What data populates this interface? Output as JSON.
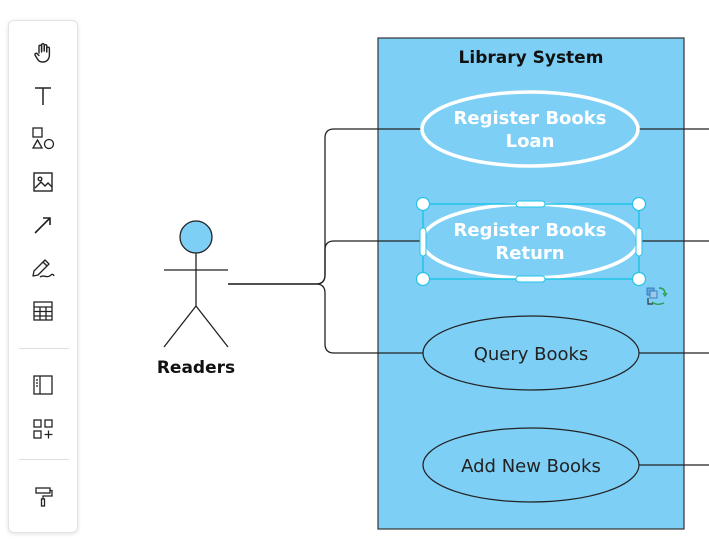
{
  "toolbar": {
    "tools": [
      {
        "name": "hand-icon"
      },
      {
        "name": "text-icon"
      },
      {
        "name": "shapes-icon"
      },
      {
        "name": "image-icon"
      },
      {
        "name": "arrow-icon"
      },
      {
        "name": "pen-icon"
      },
      {
        "name": "table-icon"
      },
      {
        "name": "template-icon"
      },
      {
        "name": "more-shapes-icon"
      },
      {
        "name": "format-painter-icon"
      }
    ]
  },
  "diagram": {
    "system": {
      "title": "Library System",
      "fill": "#7dcff5"
    },
    "actor": {
      "label": "Readers"
    },
    "use_cases": [
      {
        "line1": "Register Books",
        "line2": "Loan",
        "style": "bold-white"
      },
      {
        "line1": "Register Books",
        "line2": "Return",
        "style": "bold-white",
        "selected": true
      },
      {
        "line1": "Query Books",
        "line2": "",
        "style": "normal"
      },
      {
        "line1": "Add New Books",
        "line2": "",
        "style": "normal"
      }
    ],
    "selection_color": "#22c3e6"
  }
}
